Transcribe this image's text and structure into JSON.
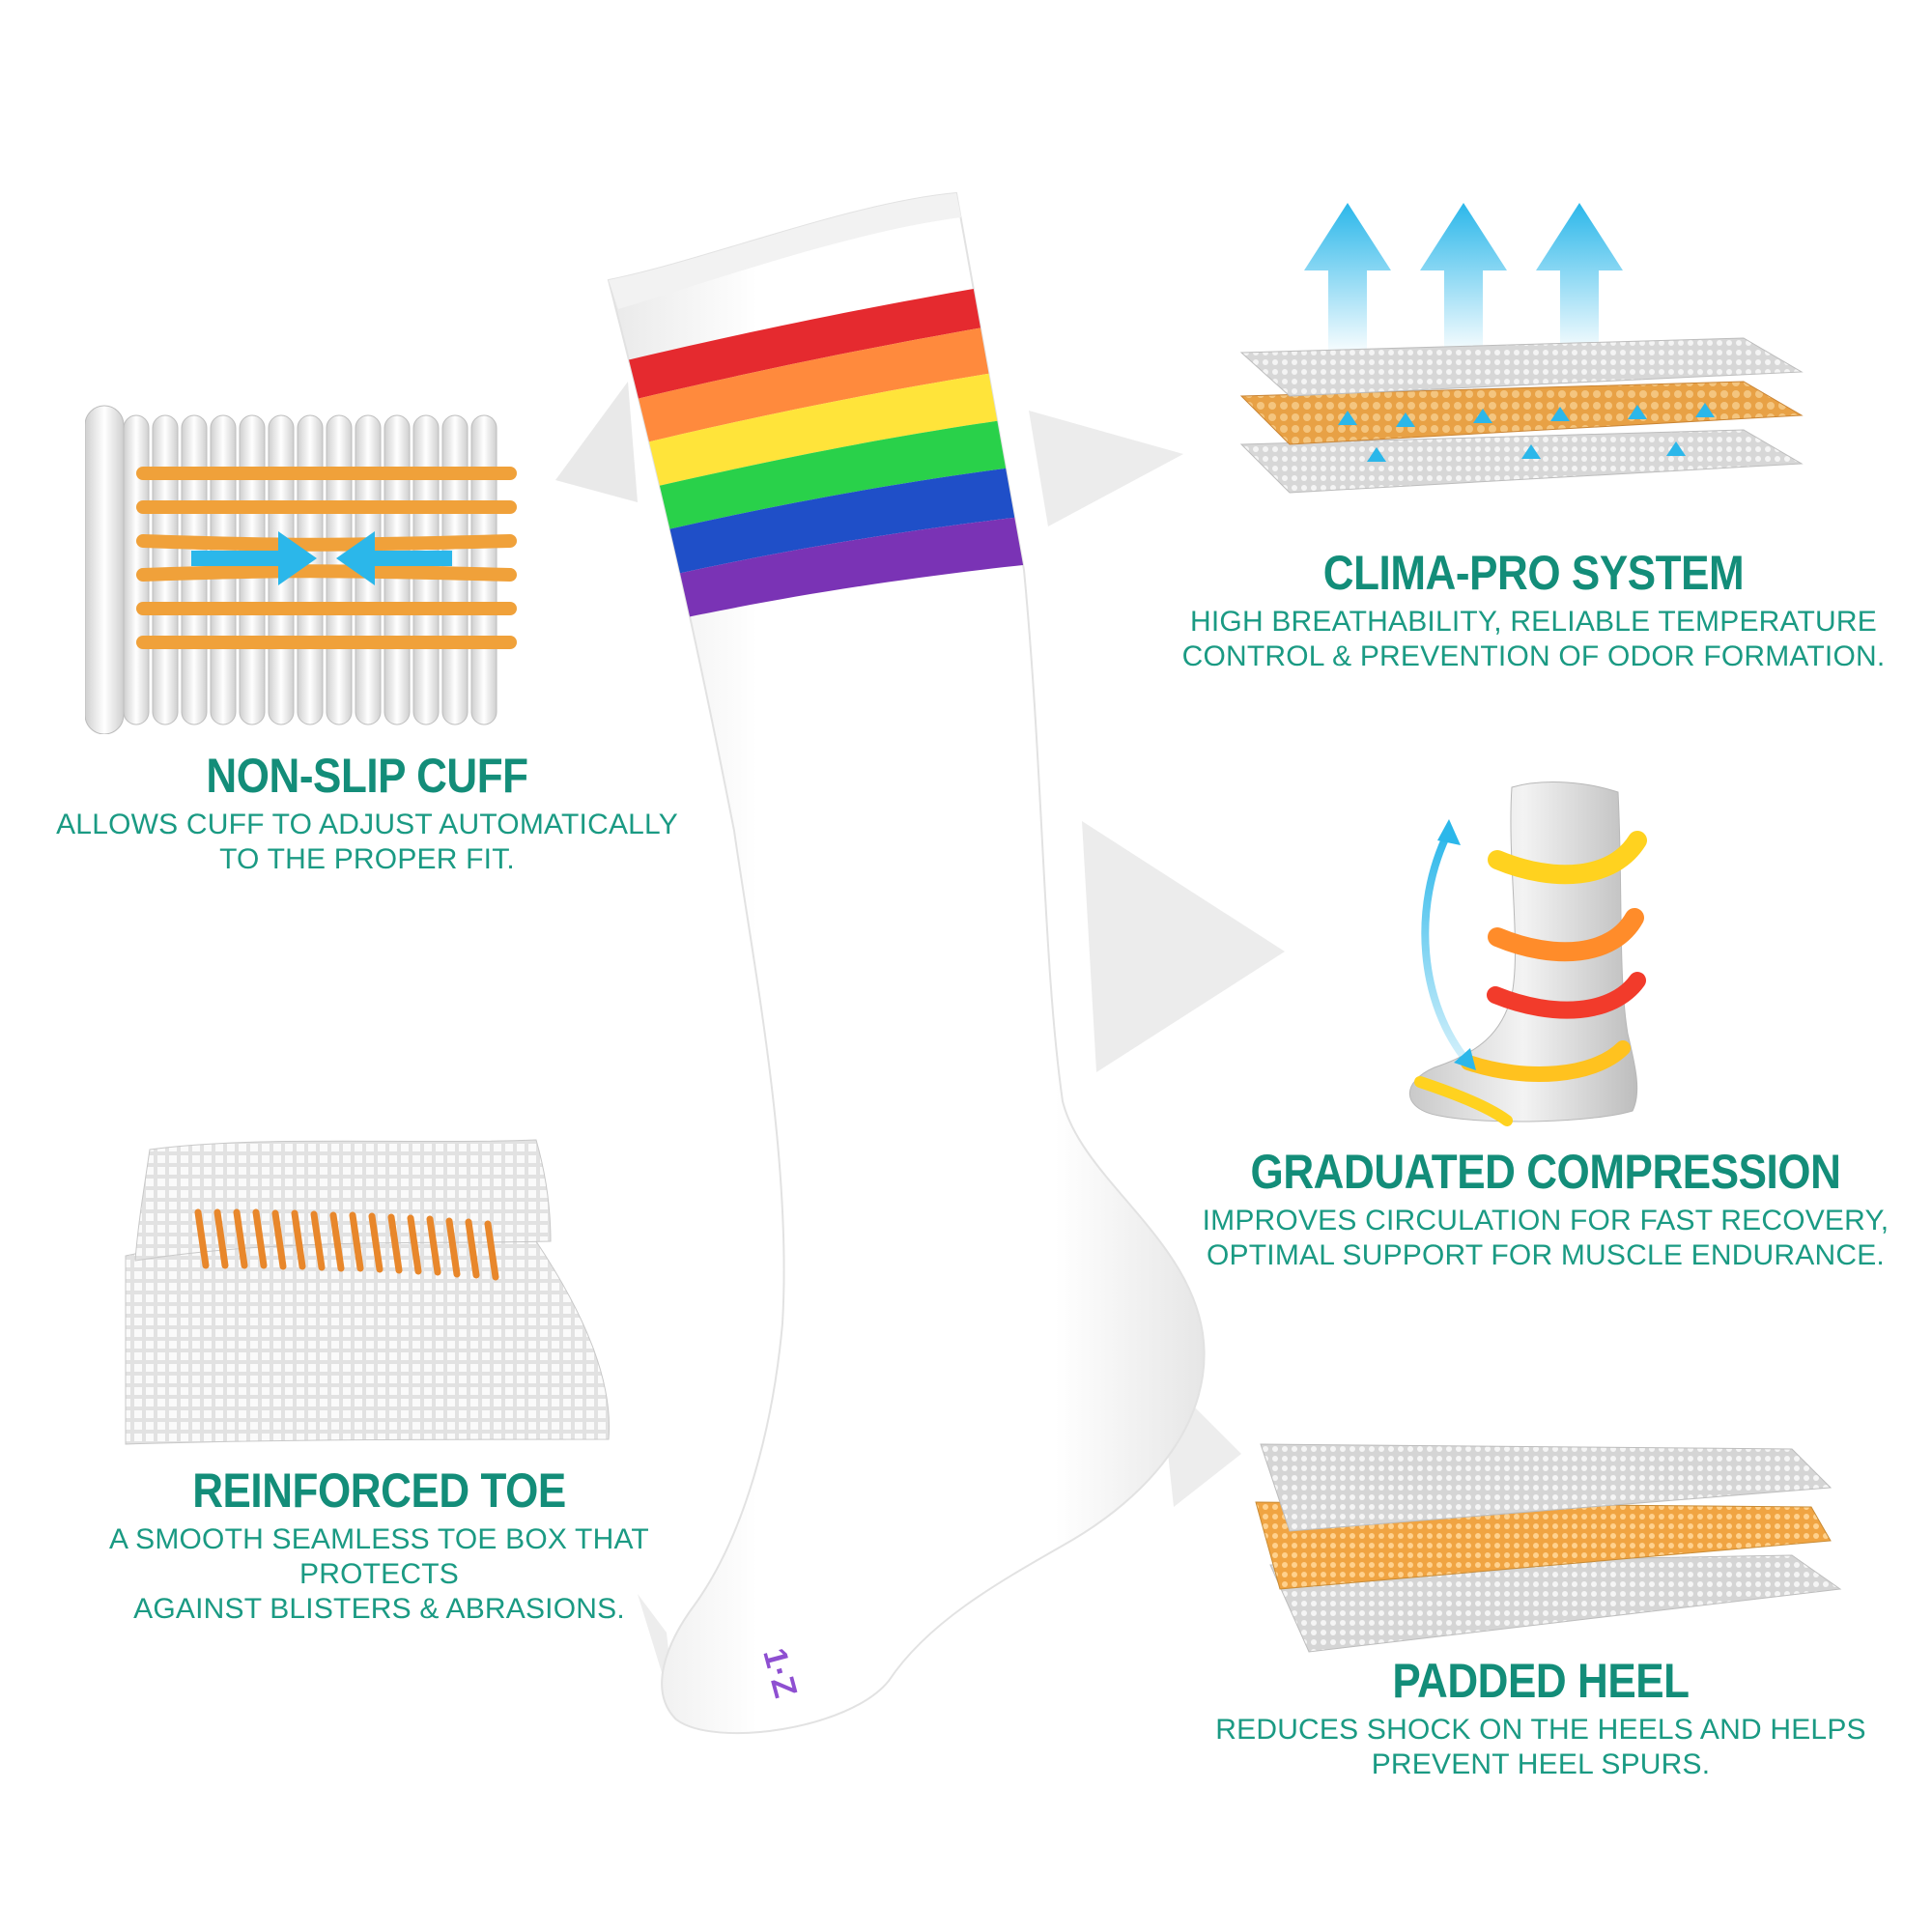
{
  "features": {
    "cuff": {
      "title": "NON-SLIP CUFF",
      "desc": "ALLOWS CUFF TO ADJUST AUTOMATICALLY\nTO THE PROPER FIT."
    },
    "clima": {
      "title": "CLIMA-PRO SYSTEM",
      "desc": "HIGH BREATHABILITY, RELIABLE TEMPERATURE\nCONTROL & PREVENTION OF ODOR FORMATION."
    },
    "graduated": {
      "title": "GRADUATED COMPRESSION",
      "desc": "IMPROVES CIRCULATION FOR FAST RECOVERY,\nOPTIMAL SUPPORT FOR MUSCLE ENDURANCE."
    },
    "toe": {
      "title": "REINFORCED TOE",
      "desc": "A SMOOTH SEAMLESS TOE BOX THAT PROTECTS\nAGAINST BLISTERS & ABRASIONS."
    },
    "heel": {
      "title": "PADDED HEEL",
      "desc": "REDUCES SHOCK ON THE HEELS AND HELPS\nPREVENT HEEL SPURS."
    }
  },
  "colors": {
    "text": "#138d79",
    "stripes": [
      "#e52a2f",
      "#ff8a3d",
      "#ffe43a",
      "#29d14a",
      "#1f4fc8",
      "#7a33b5"
    ],
    "accent_orange": "#f0a13a",
    "arrow_blue": "#2bb7ea"
  },
  "icons": [
    "cuff-rib-icon",
    "breathable-layers-icon",
    "compression-leg-icon",
    "toe-mesh-icon",
    "heel-padding-icon"
  ]
}
